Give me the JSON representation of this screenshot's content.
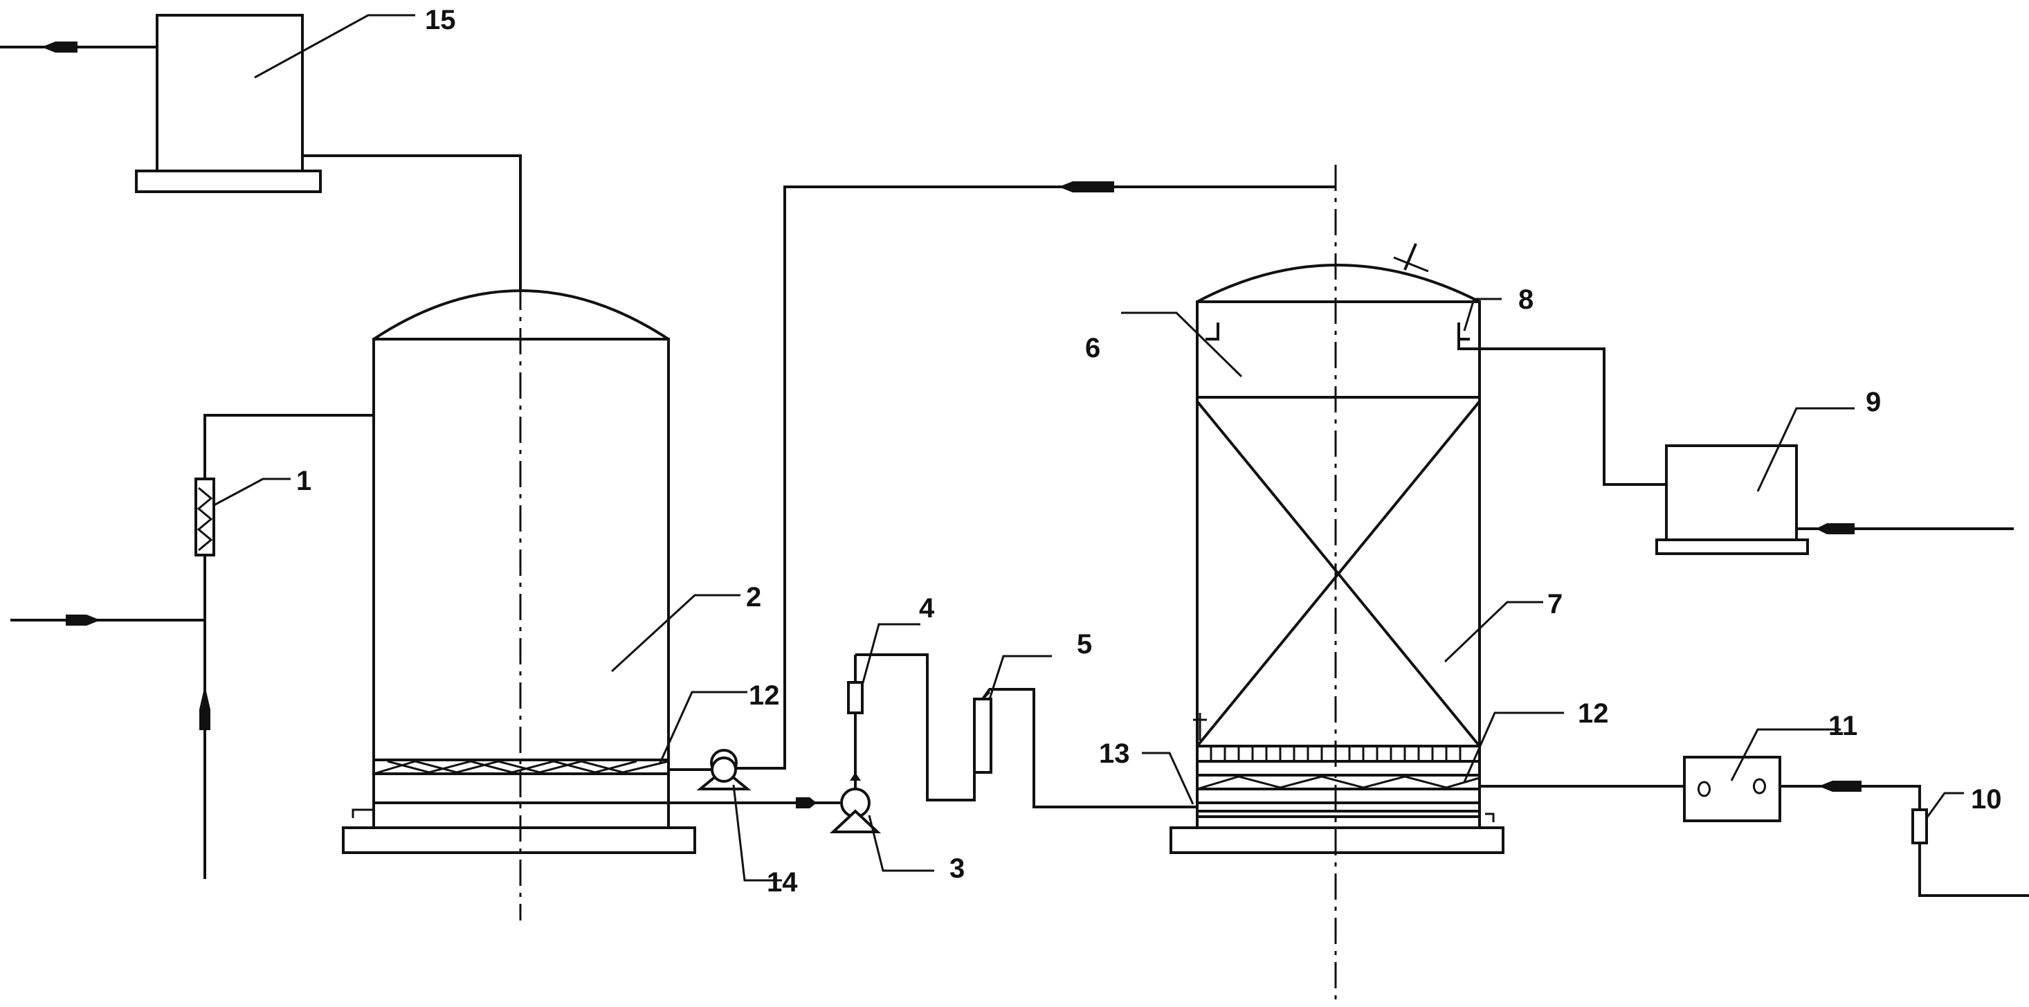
{
  "labels": {
    "l1": "1",
    "l2": "2",
    "l3": "3",
    "l4": "4",
    "l5": "5",
    "l6": "6",
    "l7": "7",
    "l8": "8",
    "l9": "9",
    "l10": "10",
    "l11": "11",
    "l12a": "12",
    "l12b": "12",
    "l13": "13",
    "l14": "14",
    "l15": "15"
  }
}
